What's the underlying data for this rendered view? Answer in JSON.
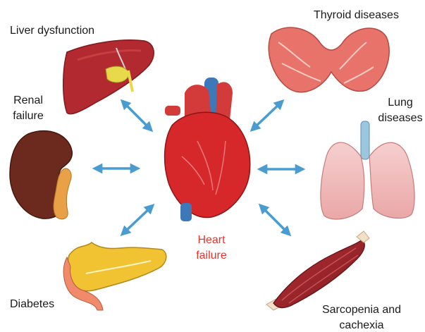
{
  "diagram": {
    "center": {
      "label_line1": "Heart",
      "label_line2": "failure",
      "label_color": "#e8332a",
      "icon": "heart-icon"
    },
    "organs": [
      {
        "id": "liver",
        "icon": "liver-icon",
        "lines": [
          "Liver dysfunction"
        ]
      },
      {
        "id": "thyroid",
        "icon": "thyroid-icon",
        "lines": [
          "Thyroid diseases"
        ]
      },
      {
        "id": "kidney",
        "icon": "kidney-icon",
        "lines": [
          "Renal",
          "failure"
        ]
      },
      {
        "id": "lungs",
        "icon": "lungs-icon",
        "lines": [
          "Lung",
          "diseases"
        ]
      },
      {
        "id": "pancreas",
        "icon": "pancreas-icon",
        "lines": [
          "Diabetes"
        ]
      },
      {
        "id": "muscle",
        "icon": "muscle-icon",
        "lines": [
          "Sarcopenia and",
          "cachexia"
        ]
      }
    ],
    "connector": {
      "type": "bidirectional-arrow",
      "color": "#4a9cd0"
    }
  }
}
